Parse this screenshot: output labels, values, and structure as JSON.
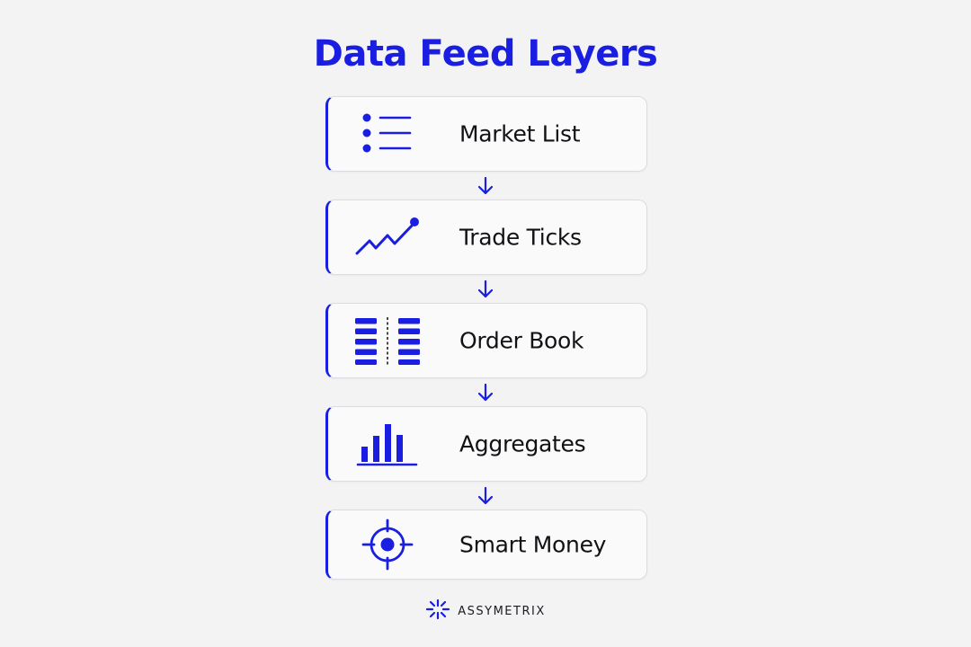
{
  "title": "Data Feed Layers",
  "accent_color": "#1a1ee0",
  "layers": [
    {
      "label": "Market List",
      "icon": "list-icon"
    },
    {
      "label": "Trade Ticks",
      "icon": "trend-line-icon"
    },
    {
      "label": "Order Book",
      "icon": "order-book-icon"
    },
    {
      "label": "Aggregates",
      "icon": "bar-chart-icon"
    },
    {
      "label": "Smart Money",
      "icon": "target-crosshair-icon"
    }
  ],
  "connector_icon": "down-arrow-icon",
  "brand": {
    "name": "ASSYMETRIX",
    "logo_icon": "starburst-logo-icon"
  }
}
